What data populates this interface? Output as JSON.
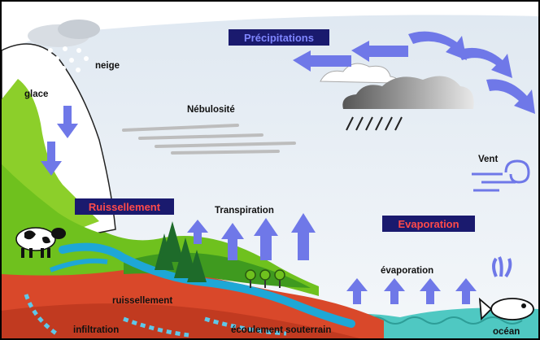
{
  "labels": {
    "precipitations": "Précipitations",
    "neige": "neige",
    "glace": "glace",
    "nebulosite": "Nébulosité",
    "vent": "Vent",
    "ruissellement_title": "Ruissellement",
    "transpiration": "Transpiration",
    "evaporation_title": "Evaporation",
    "evaporation": "évaporation",
    "ruissellement": "ruissellement",
    "infiltration": "infiltration",
    "ecoulement": "écoulement souterrain",
    "ocean": "océan"
  },
  "colors": {
    "sky": "#e8eff6",
    "title_box": "#1a1a6e",
    "title_text_blue": "#7f86ff",
    "title_text_red": "#ff4a4a",
    "arrow": "#6f78e8",
    "grass": "#6fc11e",
    "soil": "#d9482a",
    "water": "#1ea7d6",
    "ocean": "#4fc8c2"
  }
}
